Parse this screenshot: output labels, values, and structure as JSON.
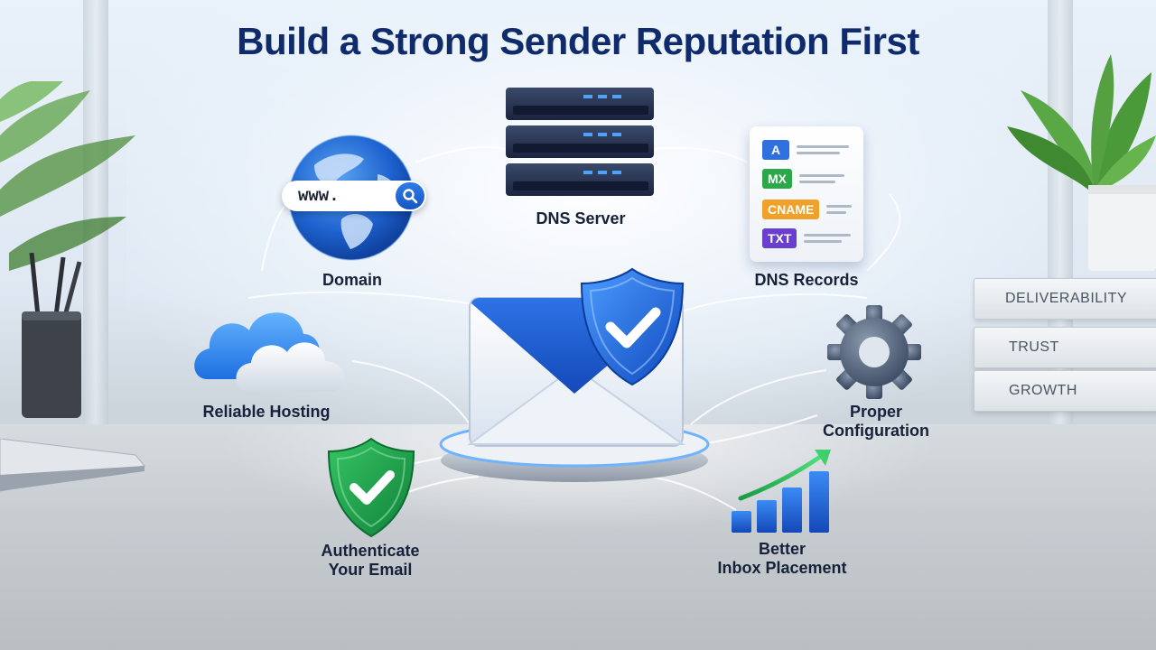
{
  "title": "Build a Strong Sender Reputation First",
  "nodes": {
    "domain": {
      "label": "Domain",
      "search_text": "www."
    },
    "dns_server": {
      "label": "DNS Server"
    },
    "dns_records": {
      "label": "DNS Records",
      "records": [
        "A",
        "MX",
        "CNAME",
        "TXT"
      ]
    },
    "reliable_hosting": {
      "label": "Reliable Hosting"
    },
    "proper_configuration": {
      "label_line1": "Proper",
      "label_line2": "Configuration"
    },
    "authenticate": {
      "label_line1": "Authenticate",
      "label_line2": "Your Email"
    },
    "inbox_placement": {
      "label_line1": "Better",
      "label_line2": "Inbox Placement"
    }
  },
  "books": [
    "DELIVERABILITY",
    "TRUST",
    "GROWTH"
  ],
  "colors": {
    "title": "#0f2b6b",
    "accent_blue": "#1f63d6",
    "shield_green": "#1fa04a",
    "record_a": "#2f6fe0",
    "record_mx": "#2aa84a",
    "record_cname": "#f0a12a",
    "record_txt": "#6a3fd0"
  }
}
